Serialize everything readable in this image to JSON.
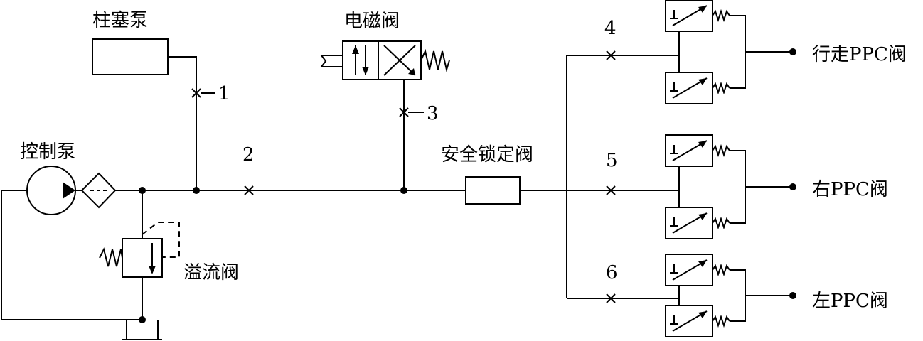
{
  "labels": {
    "plunger_pump": "柱塞泵",
    "solenoid_valve": "电磁阀",
    "control_pump": "控制泵",
    "relief_valve": "溢流阀",
    "safety_lock_valve": "安全锁定阀",
    "travel_ppc": "行走PPC阀",
    "right_ppc": "右PPC阀",
    "left_ppc": "左PPC阀"
  },
  "points": {
    "p1": "1",
    "p2": "2",
    "p3": "3",
    "p4": "4",
    "p5": "5",
    "p6": "6"
  },
  "colors": {
    "line": "#000000",
    "background": "#ffffff"
  }
}
